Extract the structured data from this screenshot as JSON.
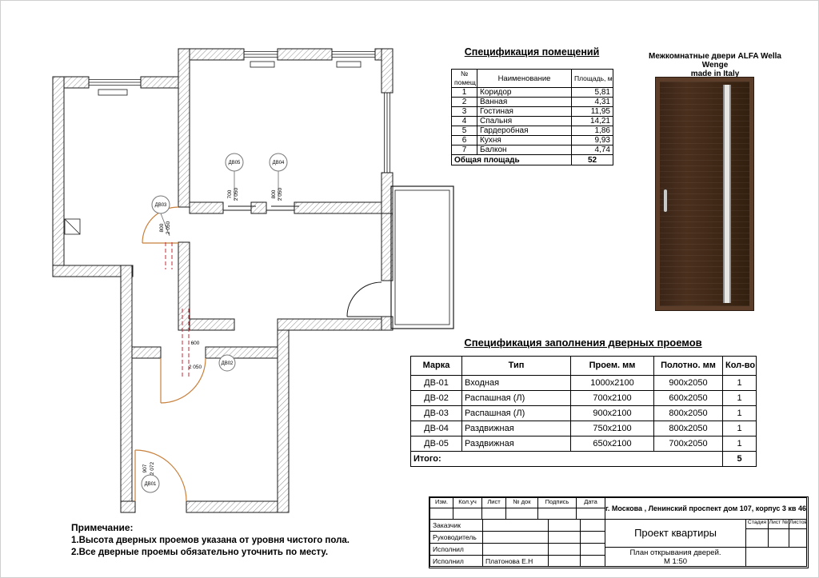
{
  "plan": {
    "doors": [
      {
        "label": "ДВ01",
        "dim1": "907",
        "dim2": "2 072"
      },
      {
        "label": "ДВ02",
        "dim1": "600",
        "dim2": "2 050"
      },
      {
        "label": "ДВ03",
        "dim1": "800",
        "dim2": "2 050"
      },
      {
        "label": "ДВ04",
        "dim1": "800",
        "dim2": "2 050"
      },
      {
        "label": "ДВ05",
        "dim1": "700",
        "dim2": "2 050"
      }
    ]
  },
  "room_spec": {
    "title": "Спецификация помещений",
    "col_num1": "№",
    "col_num2": "помещ",
    "col_name": "Наименование",
    "col_area": "Площадь, м²",
    "rows": [
      {
        "num": "1",
        "name": "Коридор",
        "area": "5,81"
      },
      {
        "num": "2",
        "name": "Ванная",
        "area": "4,31"
      },
      {
        "num": "3",
        "name": "Гостиная",
        "area": "11,95"
      },
      {
        "num": "4",
        "name": "Спальня",
        "area": "14,21"
      },
      {
        "num": "5",
        "name": "Гардеробная",
        "area": "1,86"
      },
      {
        "num": "6",
        "name": "Кухня",
        "area": "9,93"
      },
      {
        "num": "7",
        "name": "Балкон",
        "area": "4,74"
      }
    ],
    "total_label": "Общая площадь",
    "total_value": "52"
  },
  "door_photo": {
    "caption_line1": "Межкомнатные двери ALFA Wella Wenge",
    "caption_line2": "made in Italy"
  },
  "door_spec": {
    "title": "Спецификация заполнения дверных проемов",
    "columns": [
      "Марка",
      "Тип",
      "Проем. мм",
      "Полотно. мм",
      "Кол-во"
    ],
    "rows": [
      {
        "mark": "ДВ-01",
        "type": "Входная",
        "opening": "1000х2100",
        "leaf": "900х2050",
        "qty": "1"
      },
      {
        "mark": "ДВ-02",
        "type": "Распашная (Л)",
        "opening": "700х2100",
        "leaf": "600х2050",
        "qty": "1"
      },
      {
        "mark": "ДВ-03",
        "type": "Распашная (Л)",
        "opening": "900х2100",
        "leaf": "800х2050",
        "qty": "1"
      },
      {
        "mark": "ДВ-04",
        "type": "Раздвижная",
        "opening": "750х2100",
        "leaf": "800х2050",
        "qty": "1"
      },
      {
        "mark": "ДВ-05",
        "type": "Раздвижная",
        "opening": "650х2100",
        "leaf": "700х2050",
        "qty": "1"
      }
    ],
    "total_label": "Итого:",
    "total_value": "5"
  },
  "notes": {
    "title": "Примечание:",
    "items": [
      "1.Высота дверных проемов указана от уровня чистого пола.",
      "2.Все дверные проемы обязательно уточнить по месту."
    ]
  },
  "title_block": {
    "header_cells": [
      "Изм.",
      "Кол.уч",
      "Лист",
      "№ док",
      "Подпись",
      "Дата"
    ],
    "address": "г. Москова , Ленинский проспект дом 107, корпус 3 кв 46",
    "project": "Проект квартиры",
    "stage_label": "Стадия",
    "sheet_label": "Лист №",
    "sheets_label": "Листов",
    "roles": [
      "Заказчик",
      "Руководитель",
      "Исполнил",
      "Исполнил"
    ],
    "executor_name": "Платонова Е.Н",
    "drawing_title": "План открывания дверей.",
    "scale": "М 1:50"
  }
}
